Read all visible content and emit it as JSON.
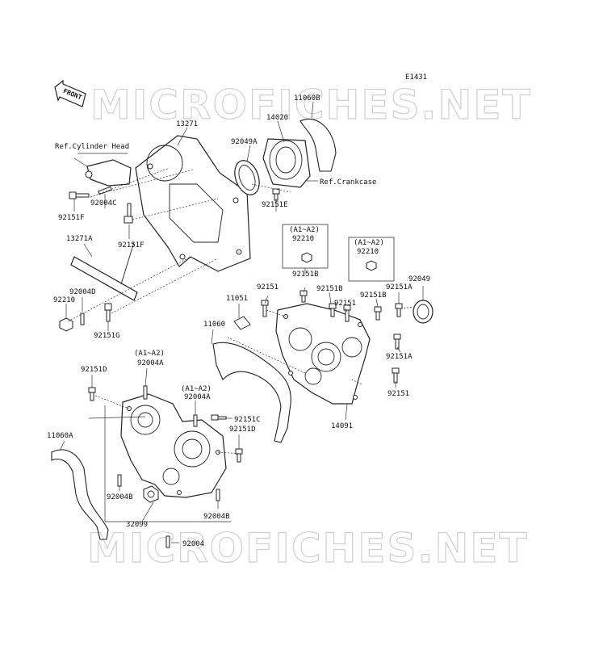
{
  "diagram": {
    "code": "E1431",
    "front_label": "FRONT",
    "watermark": "MICROFICHES.NET",
    "references": {
      "cylinder_head": "Ref.Cylinder Head",
      "crankcase": "Ref.Crankcase"
    },
    "parts": {
      "p11060B": "11060B",
      "p13271": "13271",
      "p14020": "14020",
      "p92049A": "92049A",
      "p92004C": "92004C",
      "p92151F_a": "92151F",
      "p92151F_b": "92151F",
      "p92151E": "92151E",
      "p13271A": "13271A",
      "p92004D": "92004D",
      "p92210_a": "92210",
      "p92151G": "92151G",
      "p92210_b": "92210",
      "p92210_c": "92210",
      "p92151B_a": "92151B",
      "p92151B_b": "92151B",
      "p92151B_c": "92151B",
      "p92151_a": "92151",
      "p92151_b": "92151",
      "p92151_c": "92151",
      "p92151A_a": "92151A",
      "p92151A_b": "92151A",
      "p92049": "92049",
      "p11051": "11051",
      "p11060": "11060",
      "p92151D_a": "92151D",
      "p92151D_b": "92151D",
      "p92004A_a": "92004A",
      "p92004A_b": "92004A",
      "p92151C": "92151C",
      "p14091": "14091",
      "p11060A": "11060A",
      "p92004B_a": "92004B",
      "p92004B_b": "92004B",
      "p32099": "32099",
      "p92004": "92004"
    },
    "variants": {
      "a1": "(A1~A2)",
      "a2": "(A1~A2)",
      "a3": "(A1~A2)",
      "a4": "(A1~A2)"
    }
  }
}
